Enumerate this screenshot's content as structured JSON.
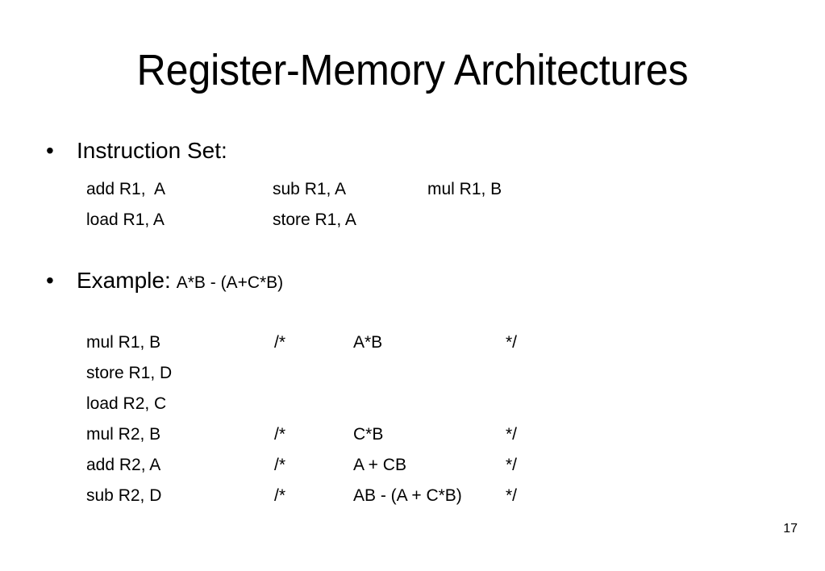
{
  "slide": {
    "title": "Register-Memory Architectures",
    "page_number": "17",
    "background_color": "#ffffff",
    "text_color": "#000000"
  },
  "bullets": [
    {
      "marker": "•",
      "heading": "Instruction Set:",
      "sub": ""
    },
    {
      "marker": "•",
      "heading": "Example:",
      "sub": "A*B - (A+C*B)"
    }
  ],
  "instruction_set": {
    "rows": [
      [
        "add R1,  A",
        "sub R1, A",
        "mul R1, B"
      ],
      [
        "load R1, A",
        "store R1, A",
        ""
      ]
    ]
  },
  "example_code": {
    "lines": [
      {
        "op": "mul R1, B",
        "open": "/*",
        "comment": "A*B",
        "close": "*/"
      },
      {
        "op": "store R1, D",
        "open": "",
        "comment": "",
        "close": ""
      },
      {
        "op": "load R2, C",
        "open": "",
        "comment": "",
        "close": ""
      },
      {
        "op": "mul R2, B",
        "open": "/*",
        "comment": "C*B",
        "close": "*/"
      },
      {
        "op": "add R2, A",
        "open": "/*",
        "comment": "A + CB",
        "close": "*/"
      },
      {
        "op": "sub R2, D",
        "open": "/*",
        "comment": "AB - (A + C*B)",
        "close": "*/"
      }
    ]
  }
}
